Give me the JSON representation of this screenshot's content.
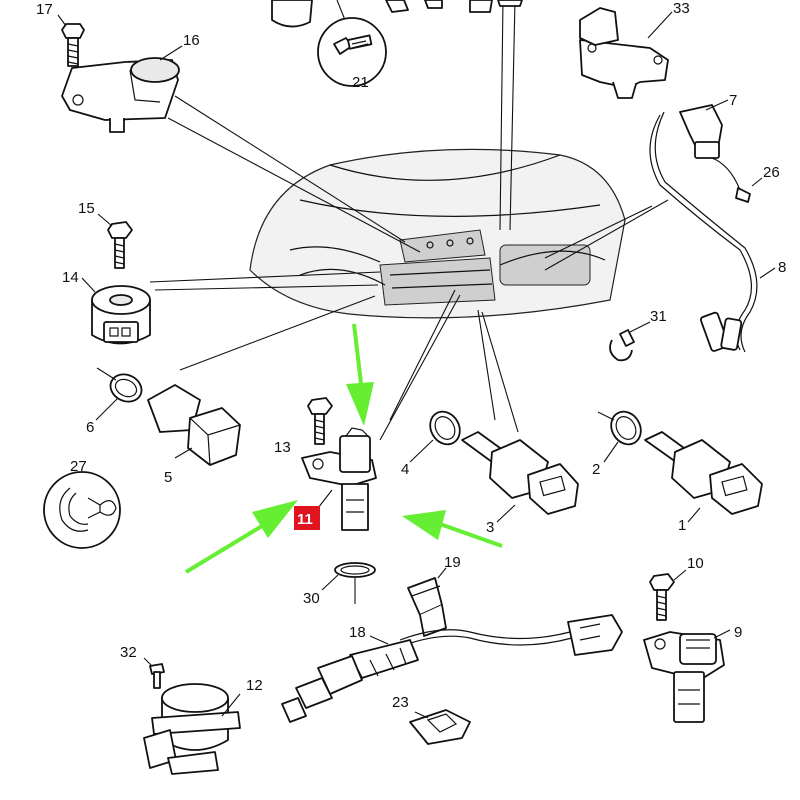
{
  "labels": {
    "p1": "1",
    "p2": "2",
    "p3": "3",
    "p4": "4",
    "p5": "5",
    "p6": "6",
    "p7": "7",
    "p8": "8",
    "p9": "9",
    "p10": "10",
    "p11": "11",
    "p12": "12",
    "p13": "13",
    "p14": "14",
    "p15": "15",
    "p16": "16",
    "p17": "17",
    "p18": "18",
    "p19": "19",
    "p21": "21",
    "p23": "23",
    "p26": "26",
    "p27": "27",
    "p30": "30",
    "p31": "31",
    "p32": "32",
    "p33": "33"
  },
  "colors": {
    "arrow": "#66ee33",
    "highlight": "#e0141e",
    "ink": "#111111"
  }
}
